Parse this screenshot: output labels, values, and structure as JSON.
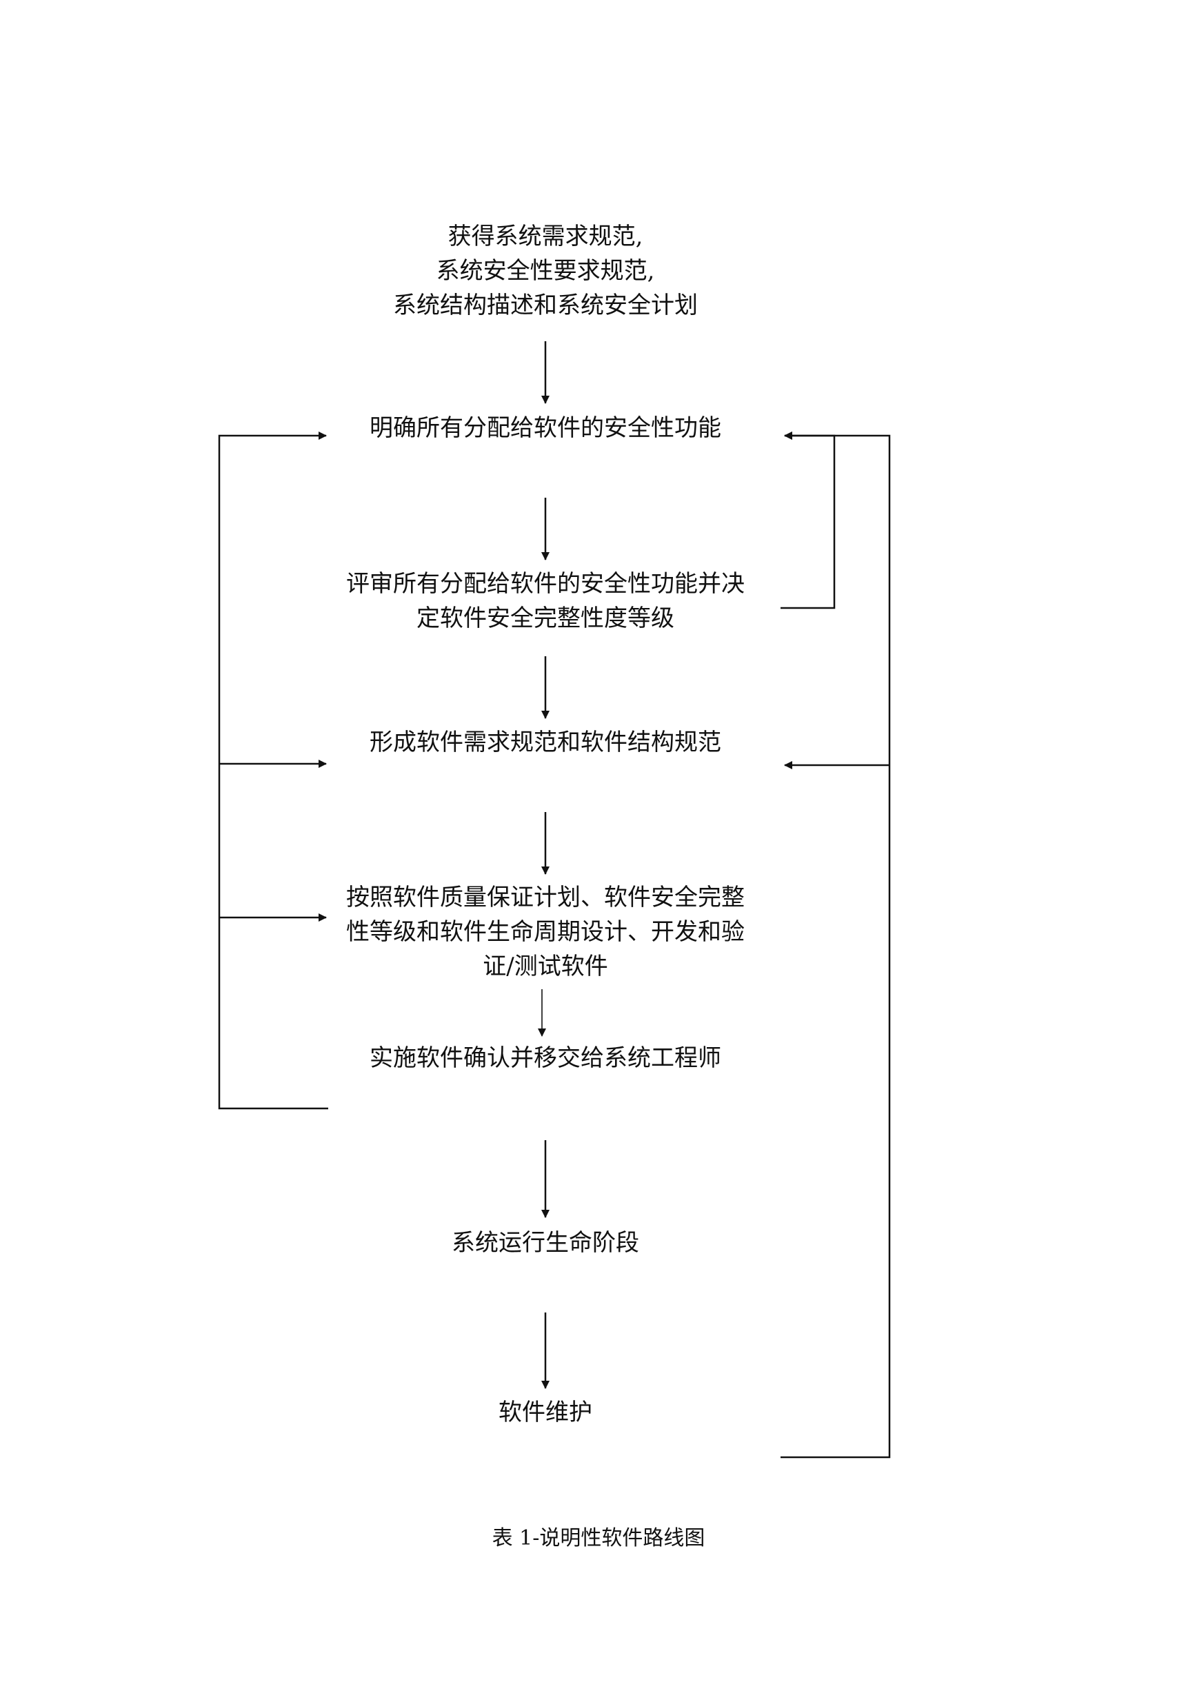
{
  "nodes": {
    "inputs": {
      "lines": [
        "获得系统需求规范,",
        "系统安全性要求规范,",
        "系统结构描述和系统安全计划"
      ]
    },
    "identify": {
      "lines": [
        "明确所有分配给软件的安全性功能"
      ]
    },
    "review": {
      "lines": [
        "评审所有分配给软件的安全性功能并决",
        "定软件安全完整性度等级"
      ]
    },
    "requirements": {
      "lines": [
        "形成软件需求规范和软件结构规范"
      ]
    },
    "develop": {
      "lines": [
        "按照软件质量保证计划、软件安全完整",
        "性等级和软件生命周期设计、开发和验",
        "证/测试软件"
      ]
    },
    "validate": {
      "lines": [
        "实施软件确认并移交给系统工程师"
      ]
    },
    "operation": {
      "lines": [
        "系统运行生命阶段"
      ]
    },
    "maintenance": {
      "lines": [
        "软件维护"
      ]
    }
  },
  "caption": "表 1-说明性软件路线图",
  "colors": {
    "line": "#111111",
    "text": "#111111",
    "background": "#ffffff"
  }
}
